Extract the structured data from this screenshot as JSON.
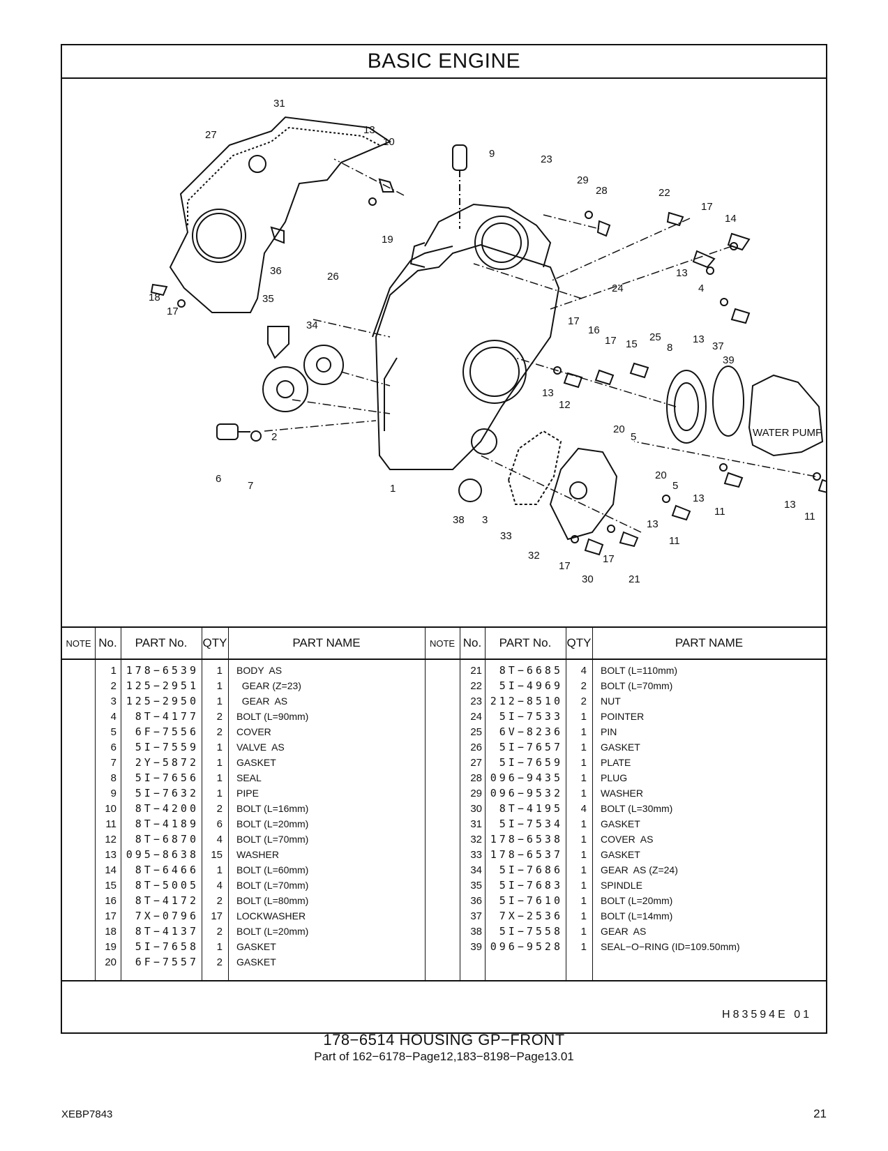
{
  "header": {
    "title": "BASIC   ENGINE"
  },
  "diagram": {
    "callouts": [
      "31",
      "27",
      "13",
      "10",
      "9",
      "23",
      "29",
      "28",
      "22",
      "17",
      "14",
      "19",
      "36",
      "18",
      "17",
      "26",
      "35",
      "34",
      "13",
      "4",
      "24",
      "17",
      "16",
      "17",
      "15",
      "25",
      "8",
      "13",
      "37",
      "39",
      "13",
      "12",
      "2",
      "20",
      "5",
      "WATER PUMP",
      "6",
      "7",
      "1",
      "38",
      "3",
      "33",
      "20",
      "5",
      "13",
      "11",
      "13",
      "11",
      "13",
      "11",
      "32",
      "17",
      "17",
      "30",
      "21"
    ]
  },
  "table": {
    "headers": {
      "note": "NOTE",
      "no": "No.",
      "part_no": "PART No.",
      "qty": "QTY",
      "part_name": "PART NAME"
    },
    "left": [
      {
        "no": "1",
        "part_no": "178−6539",
        "qty": "1",
        "name": "BODY  AS"
      },
      {
        "no": "2",
        "part_no": "125−2951",
        "qty": "1",
        "name": "  GEAR (Z=23)"
      },
      {
        "no": "3",
        "part_no": "125−2950",
        "qty": "1",
        "name": "  GEAR  AS"
      },
      {
        "no": "4",
        "part_no": "8T−4177",
        "qty": "2",
        "name": "BOLT (L=90mm)"
      },
      {
        "no": "5",
        "part_no": "6F−7556",
        "qty": "2",
        "name": "COVER"
      },
      {
        "no": "6",
        "part_no": "5I−7559",
        "qty": "1",
        "name": "VALVE  AS"
      },
      {
        "no": "7",
        "part_no": "2Y−5872",
        "qty": "1",
        "name": "GASKET"
      },
      {
        "no": "8",
        "part_no": "5I−7656",
        "qty": "1",
        "name": "SEAL"
      },
      {
        "no": "9",
        "part_no": "5I−7632",
        "qty": "1",
        "name": "PIPE"
      },
      {
        "no": "10",
        "part_no": "8T−4200",
        "qty": "2",
        "name": "BOLT (L=16mm)"
      },
      {
        "no": "11",
        "part_no": "8T−4189",
        "qty": "6",
        "name": "BOLT (L=20mm)"
      },
      {
        "no": "12",
        "part_no": "8T−6870",
        "qty": "4",
        "name": "BOLT (L=70mm)"
      },
      {
        "no": "13",
        "part_no": "095−8638",
        "qty": "15",
        "name": "WASHER"
      },
      {
        "no": "14",
        "part_no": "8T−6466",
        "qty": "1",
        "name": "BOLT (L=60mm)"
      },
      {
        "no": "15",
        "part_no": "8T−5005",
        "qty": "4",
        "name": "BOLT (L=70mm)"
      },
      {
        "no": "16",
        "part_no": "8T−4172",
        "qty": "2",
        "name": "BOLT (L=80mm)"
      },
      {
        "no": "17",
        "part_no": "7X−0796",
        "qty": "17",
        "name": "LOCKWASHER"
      },
      {
        "no": "18",
        "part_no": "8T−4137",
        "qty": "2",
        "name": "BOLT (L=20mm)"
      },
      {
        "no": "19",
        "part_no": "5I−7658",
        "qty": "1",
        "name": "GASKET"
      },
      {
        "no": "20",
        "part_no": "6F−7557",
        "qty": "2",
        "name": "GASKET"
      }
    ],
    "right": [
      {
        "no": "21",
        "part_no": "8T−6685",
        "qty": "4",
        "name": "BOLT (L=110mm)"
      },
      {
        "no": "22",
        "part_no": "5I−4969",
        "qty": "2",
        "name": "BOLT (L=70mm)"
      },
      {
        "no": "23",
        "part_no": "212−8510",
        "qty": "2",
        "name": "NUT"
      },
      {
        "no": "24",
        "part_no": "5I−7533",
        "qty": "1",
        "name": "POINTER"
      },
      {
        "no": "25",
        "part_no": "6V−8236",
        "qty": "1",
        "name": "PIN"
      },
      {
        "no": "26",
        "part_no": "5I−7657",
        "qty": "1",
        "name": "GASKET"
      },
      {
        "no": "27",
        "part_no": "5I−7659",
        "qty": "1",
        "name": "PLATE"
      },
      {
        "no": "28",
        "part_no": "096−9435",
        "qty": "1",
        "name": "PLUG"
      },
      {
        "no": "29",
        "part_no": "096−9532",
        "qty": "1",
        "name": "WASHER"
      },
      {
        "no": "30",
        "part_no": "8T−4195",
        "qty": "4",
        "name": "BOLT (L=30mm)"
      },
      {
        "no": "31",
        "part_no": "5I−7534",
        "qty": "1",
        "name": "GASKET"
      },
      {
        "no": "32",
        "part_no": "178−6538",
        "qty": "1",
        "name": "COVER  AS"
      },
      {
        "no": "33",
        "part_no": "178−6537",
        "qty": "1",
        "name": "GASKET"
      },
      {
        "no": "34",
        "part_no": "5I−7686",
        "qty": "1",
        "name": "GEAR  AS (Z=24)"
      },
      {
        "no": "35",
        "part_no": "5I−7683",
        "qty": "1",
        "name": "SPINDLE"
      },
      {
        "no": "36",
        "part_no": "5I−7610",
        "qty": "1",
        "name": "BOLT (L=20mm)"
      },
      {
        "no": "37",
        "part_no": "7X−2536",
        "qty": "1",
        "name": "BOLT (L=14mm)"
      },
      {
        "no": "38",
        "part_no": "5I−7558",
        "qty": "1",
        "name": "GEAR  AS"
      },
      {
        "no": "39",
        "part_no": "096−9528",
        "qty": "1",
        "name": "SEAL−O−RING (ID=109.50mm)"
      }
    ],
    "footer_code": "H83594E   01"
  },
  "caption": {
    "title": "178−6514   HOUSING  GP−FRONT",
    "subtitle": "Part of 162−6178−Page12,183−8198−Page13.01"
  },
  "page": {
    "doc_id": "XEBP7843",
    "number": "21"
  }
}
